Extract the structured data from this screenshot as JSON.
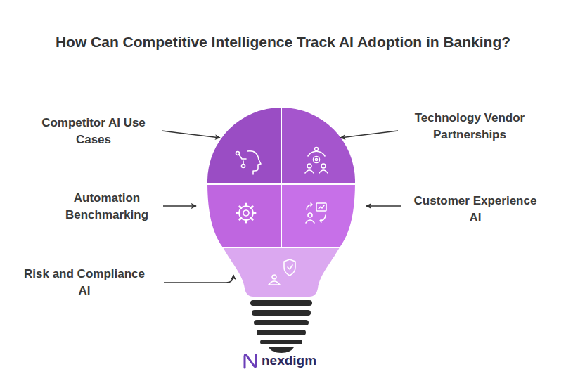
{
  "diagram": {
    "title": "How Can Competitive Intelligence Track AI Adoption in Banking?",
    "nodes": [
      {
        "text": [
          "Competitor AI Use Cases"
        ]
      },
      {
        "text": [
          "Technology Vendor Partnerships"
        ]
      },
      {
        "text": [
          "Automation Benchmarking"
        ]
      },
      {
        "text": [
          "Customer Experience AI"
        ]
      },
      {
        "text": [
          "Risk and Compliance AI"
        ]
      }
    ],
    "labels": [
      "nexdigm"
    ]
  }
}
